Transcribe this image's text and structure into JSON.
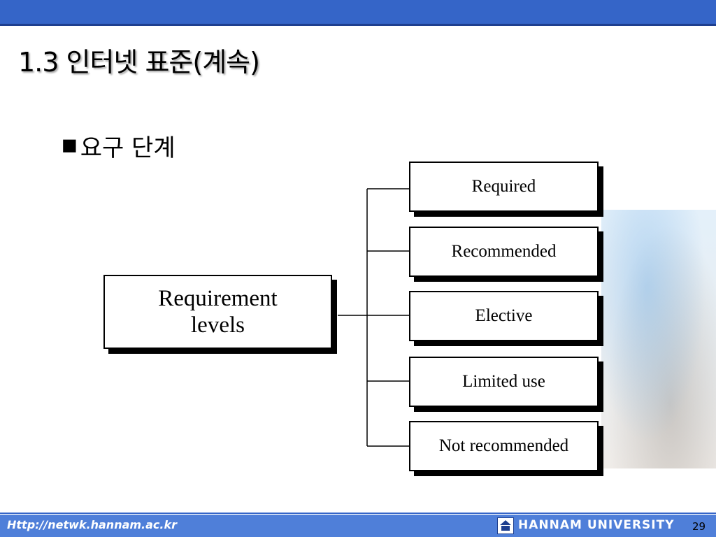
{
  "slide": {
    "title": "1.3 인터넷 표준(계속)",
    "bullet_marker": "■",
    "bullet_text": "요구 단계"
  },
  "diagram": {
    "root": [
      "Requirement",
      "levels"
    ],
    "levels": [
      "Required",
      "Recommended",
      "Elective",
      "Limited use",
      "Not recommended"
    ]
  },
  "footer": {
    "url": "Http://netwk.hannam.ac.kr",
    "university": "HANNAM UNIVERSITY",
    "page_number": "29"
  },
  "colors": {
    "header_bar": "#3565c8",
    "footer_bar": "#4f7fd9"
  }
}
